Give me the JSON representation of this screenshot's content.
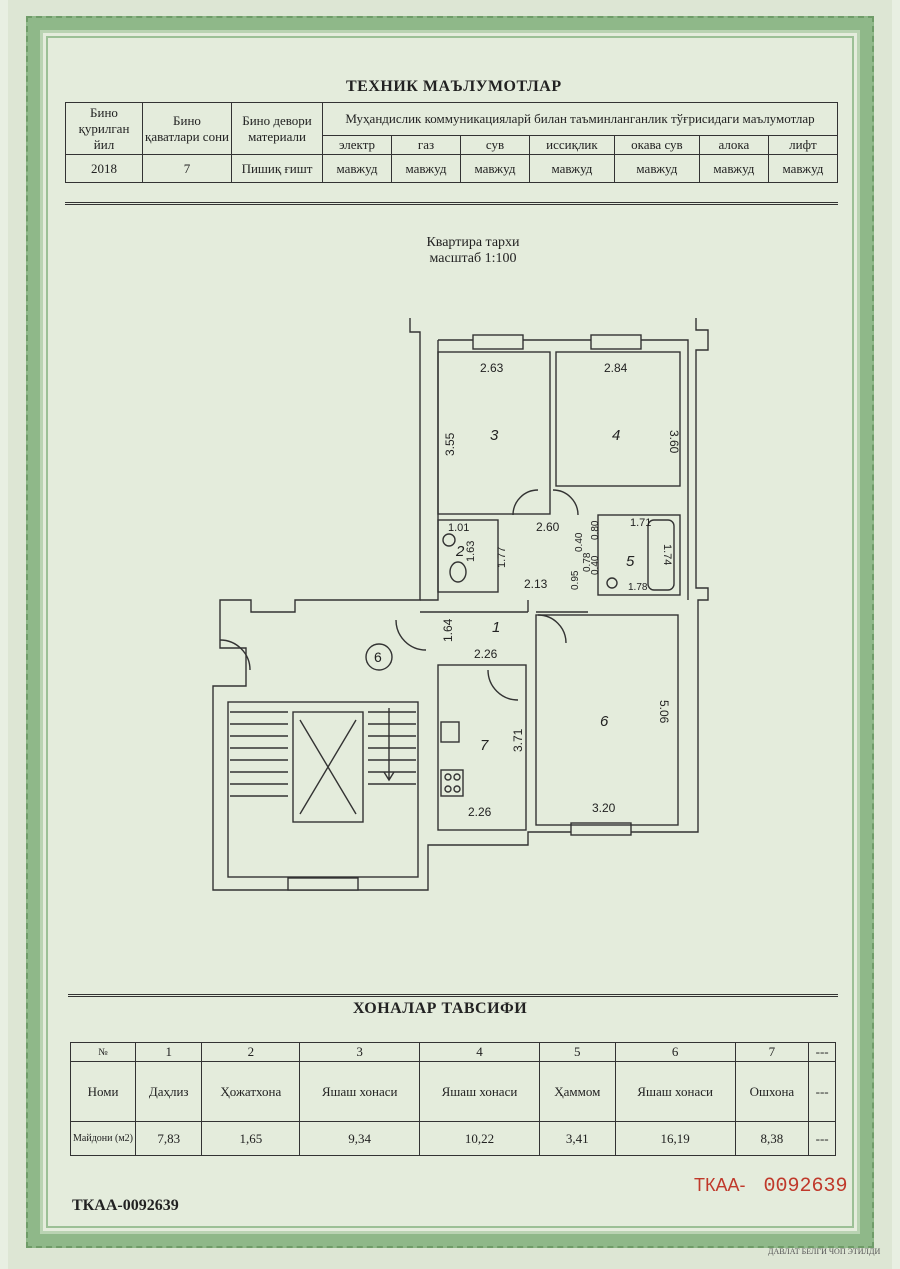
{
  "header": {
    "title": "ТЕХНИК МАЪЛУМОТЛАР"
  },
  "tech_table": {
    "col_year": "Бино қурилган йил",
    "col_floors": "Бино қаватлари сони",
    "col_wall": "Бино девори материали",
    "col_utilities": "Муҳандислик коммуникацияларй билан таъминланганлик тўғрисидаги маълумотлар",
    "utilities": [
      {
        "name": "электр",
        "value": "мавжуд"
      },
      {
        "name": "газ",
        "value": "мавжуд"
      },
      {
        "name": "сув",
        "value": "мавжуд"
      },
      {
        "name": "иссиқлик",
        "value": "мавжуд"
      },
      {
        "name": "окава сув",
        "value": "мавжуд"
      },
      {
        "name": "алока",
        "value": "мавжуд"
      },
      {
        "name": "лифт",
        "value": "мавжуд"
      }
    ],
    "year": "2018",
    "floors": "7",
    "wall": "Пишиқ ғишт"
  },
  "plan": {
    "caption": "Квартира тархи",
    "scale": "масштаб 1:100",
    "rooms": [
      "1",
      "2",
      "3",
      "4",
      "5",
      "6",
      "7"
    ],
    "stair_label": "6",
    "dims": {
      "r3_w": "2.63",
      "r3_h": "3.55",
      "r4_w": "2.84",
      "r4_h": "3.60",
      "r2_a": "1.01",
      "r2_b": "1.63",
      "r2_c": "1.77",
      "hall_a": "2.60",
      "hall_b": "2.13",
      "r5_a": "0.40",
      "r5_b": "0.80",
      "r5_c": "0.40",
      "r5_d": "0.78",
      "r5_e": "0.95",
      "r5_w": "1.71",
      "r5_h": "1.74",
      "r5_f": "1.78",
      "hall_c": "1.64",
      "hall_d": "2.26",
      "r7_h": "3.71",
      "r7_w": "2.26",
      "r6_h": "5.06",
      "r6_w": "3.20"
    }
  },
  "rooms_table": {
    "title": "ХОНАЛАР ТАВСИФИ",
    "row_header_num": "№",
    "row_header_name": "Номи",
    "row_header_area": "Майдони (м2)",
    "cols": [
      {
        "num": "1",
        "name": "Даҳлиз",
        "area": "7,83"
      },
      {
        "num": "2",
        "name": "Ҳожатхона",
        "area": "1,65"
      },
      {
        "num": "3",
        "name": "Яшаш хонаси",
        "area": "9,34"
      },
      {
        "num": "4",
        "name": "Яшаш хонаси",
        "area": "10,22"
      },
      {
        "num": "5",
        "name": "Ҳаммом",
        "area": "3,41"
      },
      {
        "num": "6",
        "name": "Яшаш хонаси",
        "area": "16,19"
      },
      {
        "num": "7",
        "name": "Ошхона",
        "area": "8,38"
      },
      {
        "num": "---",
        "name": "---",
        "area": "---"
      }
    ]
  },
  "footer": {
    "serial_black": "ТКАА-0092639",
    "serial_red_label": "ТКАА-",
    "serial_red_num": "0092639",
    "fine_print": "ДАВЛАТ БЕЛГИ ЧОП ЭТИЛДИ"
  }
}
